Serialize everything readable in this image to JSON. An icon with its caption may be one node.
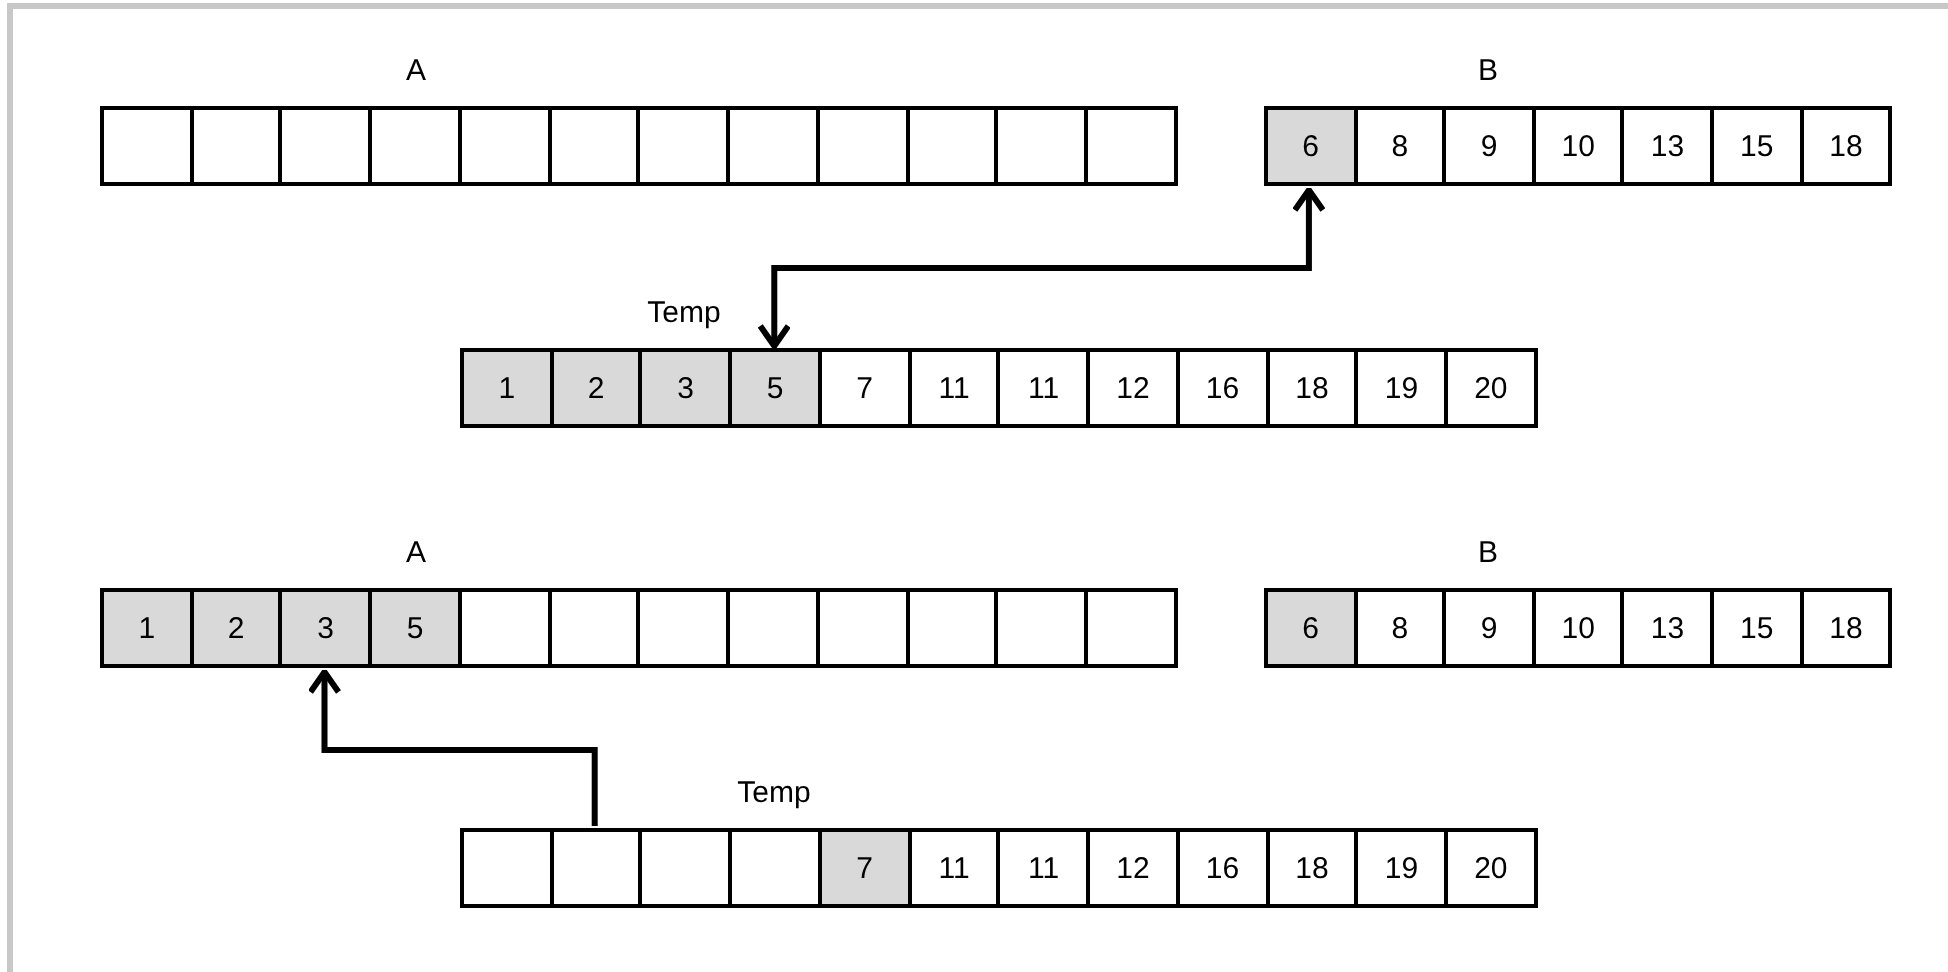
{
  "diagram": {
    "nodes": [
      {
        "text": [
          "A"
        ]
      },
      {
        "text": [],
        "shape": "box",
        "in": 0
      },
      {
        "text": [],
        "shape": "box",
        "in": 0
      },
      {
        "text": [],
        "shape": "box",
        "in": 0
      },
      {
        "text": [],
        "shape": "box",
        "in": 0
      },
      {
        "text": [],
        "shape": "box",
        "in": 0
      },
      {
        "text": [],
        "shape": "box",
        "in": 0
      },
      {
        "text": [],
        "shape": "box",
        "in": 0
      },
      {
        "text": [],
        "shape": "box",
        "in": 0
      },
      {
        "text": [],
        "shape": "box",
        "in": 0
      },
      {
        "text": [],
        "shape": "box",
        "in": 0
      },
      {
        "text": [],
        "shape": "box",
        "in": 0
      },
      {
        "text": [],
        "shape": "box",
        "in": 0
      },
      {
        "text": [
          "B"
        ]
      },
      {
        "text": [
          "6"
        ],
        "in": 13
      },
      {
        "text": [
          "8"
        ],
        "in": 13
      },
      {
        "text": [
          "9"
        ],
        "in": 13
      },
      {
        "text": [
          "10"
        ],
        "in": 13
      },
      {
        "text": [
          "13"
        ],
        "in": 13
      },
      {
        "text": [
          "15"
        ],
        "in": 13
      },
      {
        "text": [
          "18"
        ],
        "in": 13
      },
      {
        "text": [
          "Temp"
        ]
      },
      {
        "text": [
          "1"
        ],
        "in": 21
      },
      {
        "text": [
          "2"
        ],
        "in": 21
      },
      {
        "text": [
          "3"
        ],
        "in": 21
      },
      {
        "text": [
          "5"
        ],
        "in": 21
      },
      {
        "text": [
          "7"
        ],
        "in": 21
      },
      {
        "text": [
          "11"
        ],
        "in": 21
      },
      {
        "text": [
          "11"
        ],
        "in": 21
      },
      {
        "text": [
          "12"
        ],
        "in": 21
      },
      {
        "text": [
          "16"
        ],
        "in": 21
      },
      {
        "text": [
          "18"
        ],
        "in": 21
      },
      {
        "text": [
          "19"
        ],
        "in": 21
      },
      {
        "text": [
          "20"
        ],
        "in": 21
      },
      {
        "text": [
          "A"
        ]
      },
      {
        "text": [
          "1"
        ],
        "in": 34
      },
      {
        "text": [
          "2"
        ],
        "in": 34
      },
      {
        "text": [
          "3"
        ],
        "in": 34
      },
      {
        "text": [
          "5"
        ],
        "in": 34
      },
      {
        "text": [],
        "shape": "box",
        "in": 34
      },
      {
        "text": [],
        "shape": "box",
        "in": 34
      },
      {
        "text": [],
        "shape": "box",
        "in": 34
      },
      {
        "text": [],
        "shape": "box",
        "in": 34
      },
      {
        "text": [],
        "shape": "box",
        "in": 34
      },
      {
        "text": [],
        "shape": "box",
        "in": 34
      },
      {
        "text": [],
        "shape": "box",
        "in": 34
      },
      {
        "text": [],
        "shape": "box",
        "in": 34
      },
      {
        "text": [
          "B"
        ]
      },
      {
        "text": [
          "6"
        ],
        "in": 47
      },
      {
        "text": [
          "8"
        ],
        "in": 47
      },
      {
        "text": [
          "9"
        ],
        "in": 47
      },
      {
        "text": [
          "10"
        ],
        "in": 47
      },
      {
        "text": [
          "13"
        ],
        "in": 47
      },
      {
        "text": [
          "15"
        ],
        "in": 47
      },
      {
        "text": [
          "18"
        ],
        "in": 47
      },
      {
        "text": [
          "Temp"
        ]
      },
      {
        "text": [],
        "shape": "box",
        "in": 55
      },
      {
        "text": [],
        "shape": "box",
        "in": 55
      },
      {
        "text": [],
        "shape": "box",
        "in": 55
      },
      {
        "text": [],
        "shape": "box",
        "in": 55
      },
      {
        "text": [
          "7"
        ],
        "in": 55
      },
      {
        "text": [
          "11"
        ],
        "in": 55
      },
      {
        "text": [
          "11"
        ],
        "in": 55
      },
      {
        "text": [
          "12"
        ],
        "in": 55
      },
      {
        "text": [
          "16"
        ],
        "in": 55
      },
      {
        "text": [
          "18"
        ],
        "in": 55
      },
      {
        "text": [
          "19"
        ],
        "in": 55
      },
      {
        "text": [
          "20"
        ],
        "in": 55
      }
    ],
    "edges": [
      {
        "from": 25,
        "to": 14,
        "arrow": "both"
      },
      {
        "from": 57,
        "to": 37,
        "arrow": "to"
      }
    ]
  }
}
